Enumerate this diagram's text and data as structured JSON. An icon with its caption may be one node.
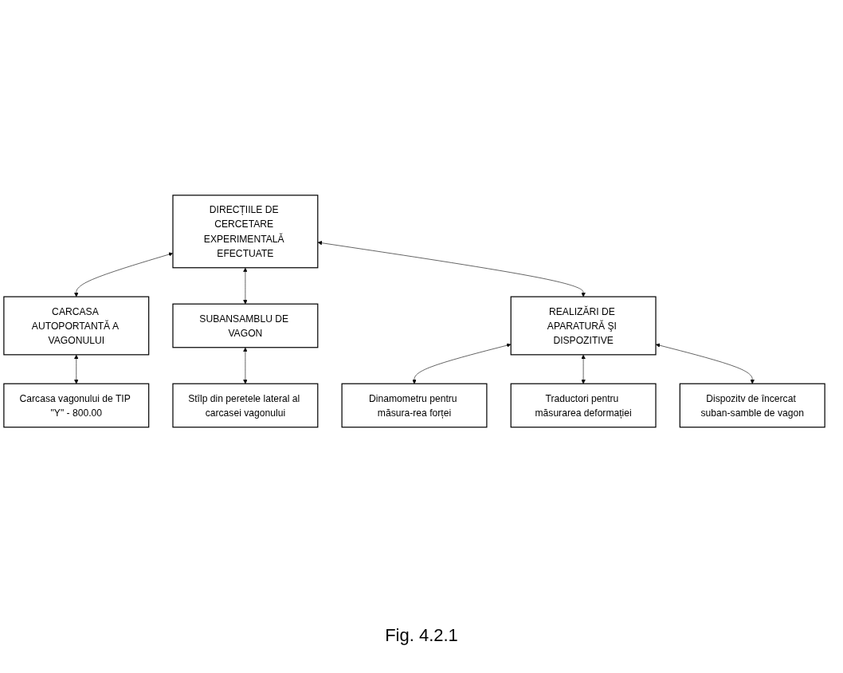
{
  "diagram": {
    "caption": "Fig. 4.2.1",
    "nodes": [
      {
        "text": [
          "DIRECȚIILE DE CERCETARE EXPERIMENTALĂ EFECTUATE"
        ]
      },
      {
        "text": [
          "CARCASA AUTOPORTANTĂ A VAGONULUI"
        ]
      },
      {
        "text": [
          "SUBANSAMBLU DE VAGON"
        ]
      },
      {
        "text": [
          "REALIZĂRI DE APARATURĂ ŞI DISPOZITIVE"
        ]
      },
      {
        "text": [
          "Carcasa vagonului de TIP \"Y\" - 800.00"
        ]
      },
      {
        "text": [
          "Stîlp din peretele lateral al carcasei vagonului"
        ]
      },
      {
        "text": [
          "Dinamometru pentru măsura-rea forței"
        ]
      },
      {
        "text": [
          "Traductori pentru măsurarea deformației"
        ]
      },
      {
        "text": [
          "Dispozitv de încercat suban-samble de vagon"
        ]
      }
    ],
    "edges": [
      {
        "from": 0,
        "to": 1,
        "arrow": "both"
      },
      {
        "from": 0,
        "to": 2,
        "arrow": "both"
      },
      {
        "from": 0,
        "to": 3,
        "arrow": "both"
      },
      {
        "from": 1,
        "to": 4,
        "arrow": "both"
      },
      {
        "from": 2,
        "to": 5,
        "arrow": "both"
      },
      {
        "from": 3,
        "to": 6,
        "arrow": "both"
      },
      {
        "from": 3,
        "to": 7,
        "arrow": "both"
      },
      {
        "from": 3,
        "to": 8,
        "arrow": "both"
      }
    ]
  }
}
